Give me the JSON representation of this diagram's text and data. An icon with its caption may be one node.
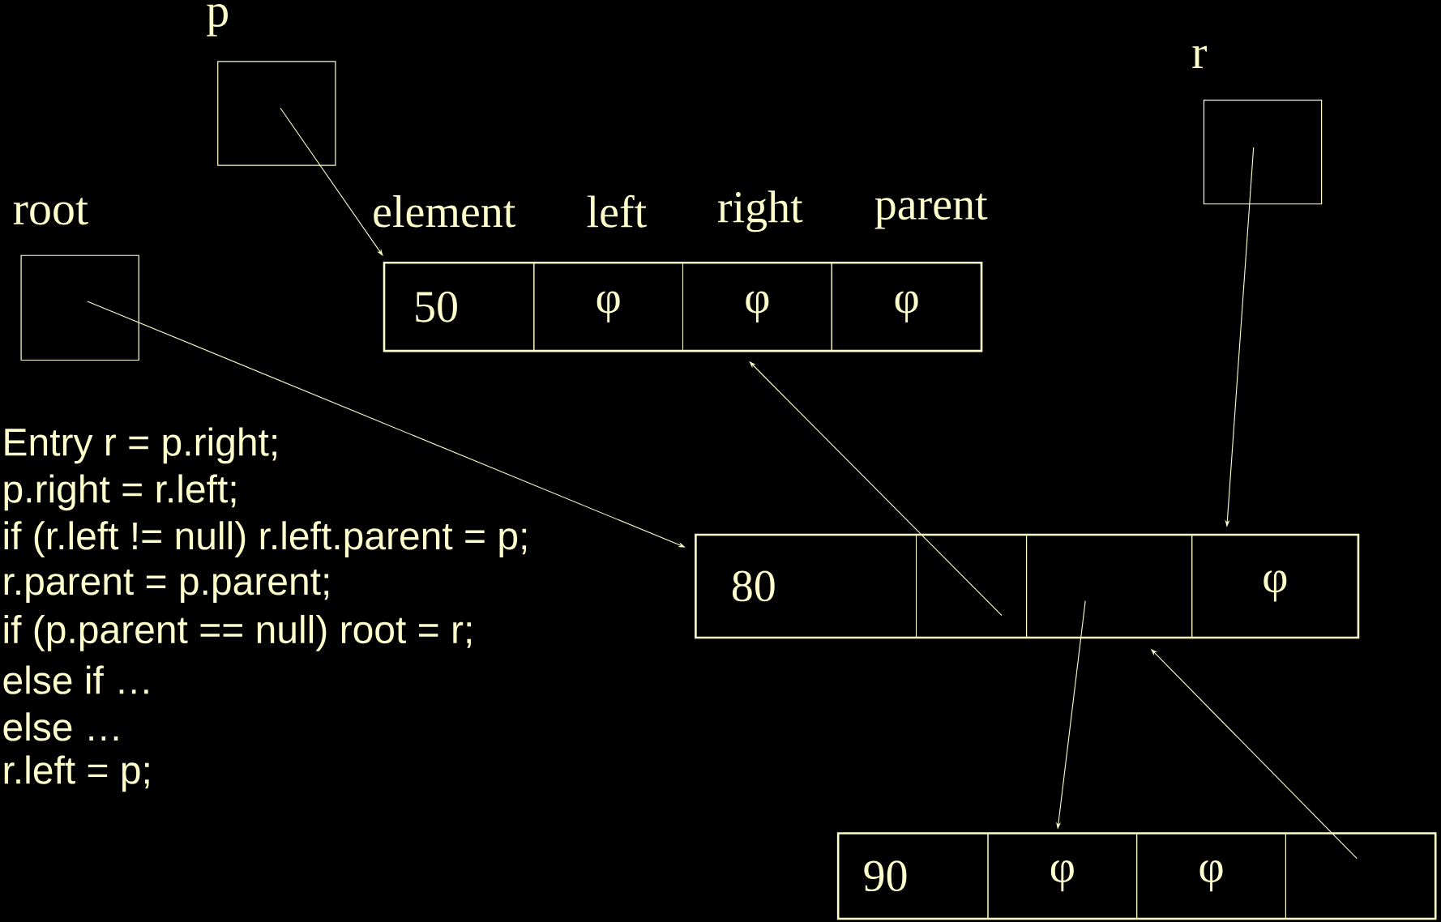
{
  "diagram": {
    "nodes": [
      {
        "text": [
          "p"
        ]
      },
      {
        "text": [
          "r"
        ]
      },
      {
        "text": [
          "root"
        ]
      },
      {
        "text": [],
        "shape": "box"
      },
      {
        "text": [
          "50"
        ],
        "in": 3
      },
      {
        "text": [
          "φ"
        ],
        "in": 3
      },
      {
        "text": [
          "φ"
        ],
        "in": 3
      },
      {
        "text": [
          "φ"
        ],
        "in": 3
      },
      {
        "text": [],
        "shape": "box"
      },
      {
        "text": [
          "80"
        ],
        "in": 8
      },
      {
        "text": [],
        "shape": "box",
        "in": 8
      },
      {
        "text": [],
        "shape": "box",
        "in": 8
      },
      {
        "text": [
          "φ"
        ],
        "in": 8
      },
      {
        "text": [],
        "shape": "box"
      },
      {
        "text": [
          "90"
        ],
        "in": 13
      },
      {
        "text": [
          "φ"
        ],
        "in": 13
      },
      {
        "text": [
          "φ"
        ],
        "in": 13
      },
      {
        "text": [],
        "shape": "box",
        "in": 13
      }
    ],
    "edges": [
      {
        "from": 0,
        "to": 3,
        "arrow": "to"
      },
      {
        "from": 2,
        "to": 8,
        "arrow": "to"
      },
      {
        "from": 1,
        "to": 8,
        "arrow": "to"
      },
      {
        "from": 10,
        "to": 3,
        "arrow": "to"
      },
      {
        "from": 11,
        "to": 13,
        "arrow": "to"
      },
      {
        "from": 17,
        "to": 8,
        "arrow": "to"
      }
    ],
    "labels": [
      "element",
      "left",
      "right",
      "parent",
      "Entry r = p.right;",
      "p.right = r.left;",
      "if (r.left != null) r.left.parent = p;",
      "r.parent = p.parent;",
      "if (p.parent == null) root = r;",
      "else if …",
      "else …",
      "r.left = p;"
    ]
  }
}
